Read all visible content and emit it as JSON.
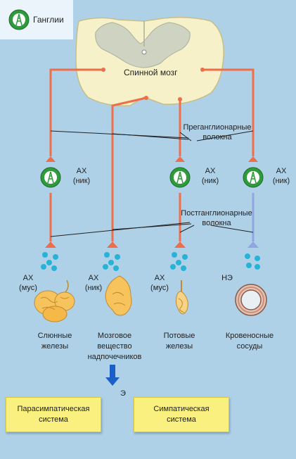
{
  "legend": {
    "label": "Ганглии"
  },
  "spinal_cord": {
    "label": "Спинной мозг"
  },
  "preganglionic": {
    "line1": "Преганглионарные",
    "line2": "волокна"
  },
  "postganglionic": {
    "line1": "Постганглионарные",
    "line2": "волокна"
  },
  "ganglia": [
    {
      "line1": "АХ",
      "line2": "(ник)"
    },
    {
      "line1": "АХ",
      "line2": "(ник)"
    },
    {
      "line1": "АХ",
      "line2": "(ник)"
    }
  ],
  "targets": [
    {
      "mediator1": "АХ",
      "mediator2": "(мус)",
      "name1": "Слюнные",
      "name2": "железы",
      "name3": ""
    },
    {
      "mediator1": "АХ",
      "mediator2": "(ник)",
      "name1": "Мозговое",
      "name2": "вещество",
      "name3": "надпочечников"
    },
    {
      "mediator1": "АХ",
      "mediator2": "(мус)",
      "name1": "Потовые",
      "name2": "железы",
      "name3": ""
    },
    {
      "mediator1": "НЭ",
      "mediator2": "",
      "name1": "Кровеносные",
      "name2": "сосуды",
      "name3": ""
    }
  ],
  "adrenal_output": "Э",
  "boxes": {
    "parasympathetic": {
      "line1": "Парасимпатическая",
      "line2": "система"
    },
    "sympathetic": {
      "line1": "Симпатическая",
      "line2": "система"
    }
  },
  "colors": {
    "fiber": "#ef6e4a",
    "adrenergic_fiber": "#8fa6e0",
    "ganglion": "#2f9a3c",
    "vesicle": "#27b3d6",
    "gland": "#f7c35c",
    "cord": "#f6f1c9",
    "box": "#f9f080",
    "arrow": "#1d5fc8"
  }
}
